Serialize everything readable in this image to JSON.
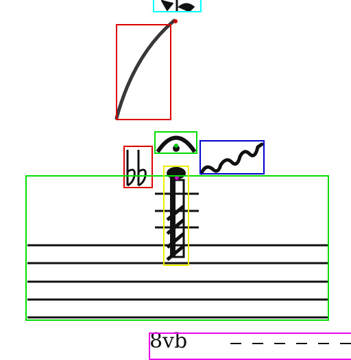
{
  "score": {
    "ottava": {
      "label": "8vb",
      "line": "– – – – – –"
    },
    "staff_lines": 5,
    "ledger_lines_above": 3
  },
  "annotations": [
    {
      "name": "stem-region",
      "color": "#00ffff"
    },
    {
      "name": "slur",
      "color": "#dd0000"
    },
    {
      "name": "fermata",
      "color": "#00dd00"
    },
    {
      "name": "double-flat",
      "color": "#dd0000"
    },
    {
      "name": "trill-wavy-line",
      "color": "#0000cc"
    },
    {
      "name": "staff",
      "color": "#00dd00"
    },
    {
      "name": "tremolo-stem",
      "color": "#eeee00"
    },
    {
      "name": "ottava-bassa",
      "color": "#ee00ee"
    }
  ]
}
